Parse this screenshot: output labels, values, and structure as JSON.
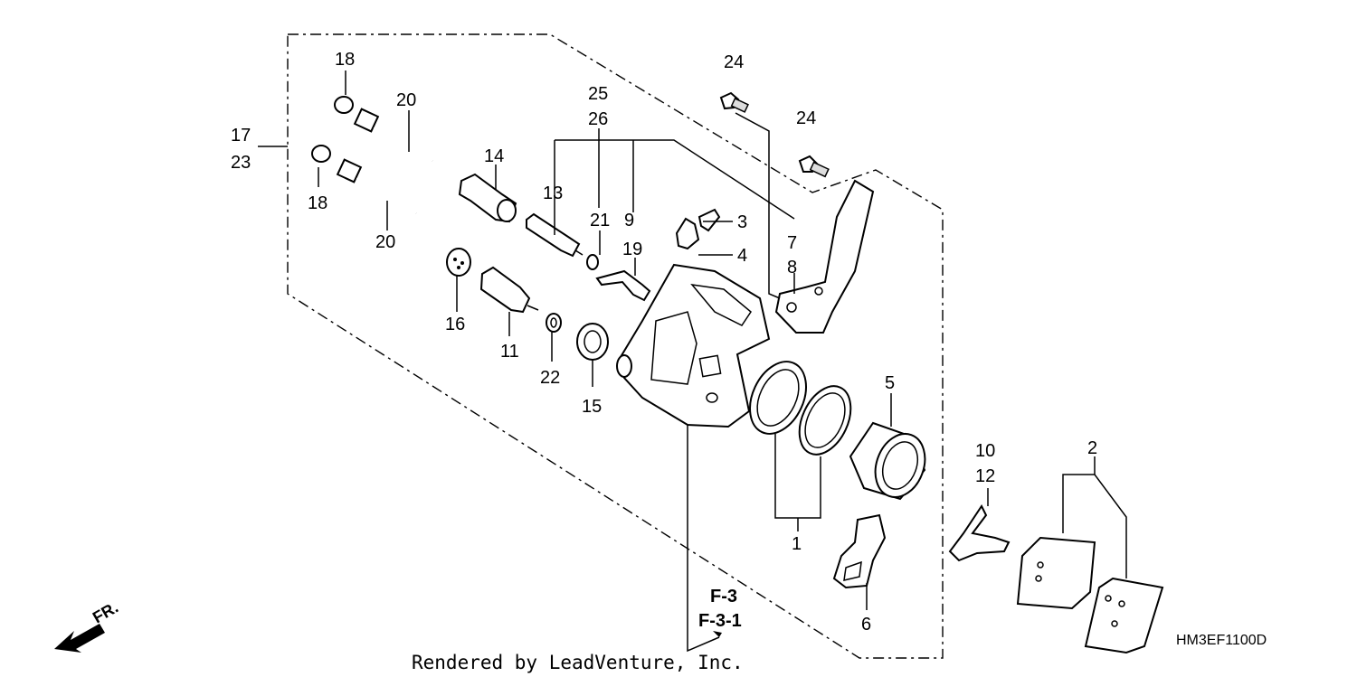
{
  "labels": {
    "p1": "1",
    "p2": "2",
    "p3": "3",
    "p4": "4",
    "p5": "5",
    "p6": "6",
    "p7": "7",
    "p8": "8",
    "p9": "9",
    "p10": "10",
    "p11": "11",
    "p12": "12",
    "p13": "13",
    "p14": "14",
    "p15": "15",
    "p16": "16",
    "p17": "17",
    "p18a": "18",
    "p18b": "18",
    "p19": "19",
    "p20a": "20",
    "p20b": "20",
    "p21": "21",
    "p22": "22",
    "p23": "23",
    "p24a": "24",
    "p24b": "24",
    "p25": "25",
    "p26": "26"
  },
  "refs": {
    "f3": "F-3",
    "f31": "F-3-1"
  },
  "direction": "FR.",
  "credit": "Rendered by LeadVenture, Inc.",
  "diagram_code": "HM3EF1100D"
}
